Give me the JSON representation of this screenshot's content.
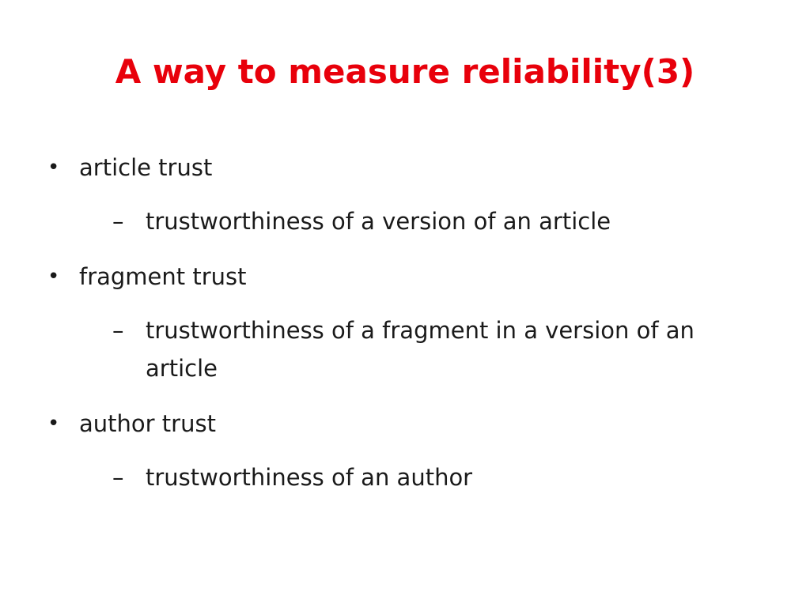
{
  "slide": {
    "title": "A way to measure reliability(3)",
    "title_color": "#e8000b",
    "text_color": "#1a1a1a",
    "bullet_glyph": "•",
    "dash_glyph": "–",
    "items": [
      {
        "label": "article trust",
        "sub": "trustworthiness of a version of an article"
      },
      {
        "label": "fragment trust",
        "sub": "trustworthiness of a fragment in a version of an article"
      },
      {
        "label": "author trust",
        "sub": "trustworthiness of an author"
      }
    ]
  }
}
